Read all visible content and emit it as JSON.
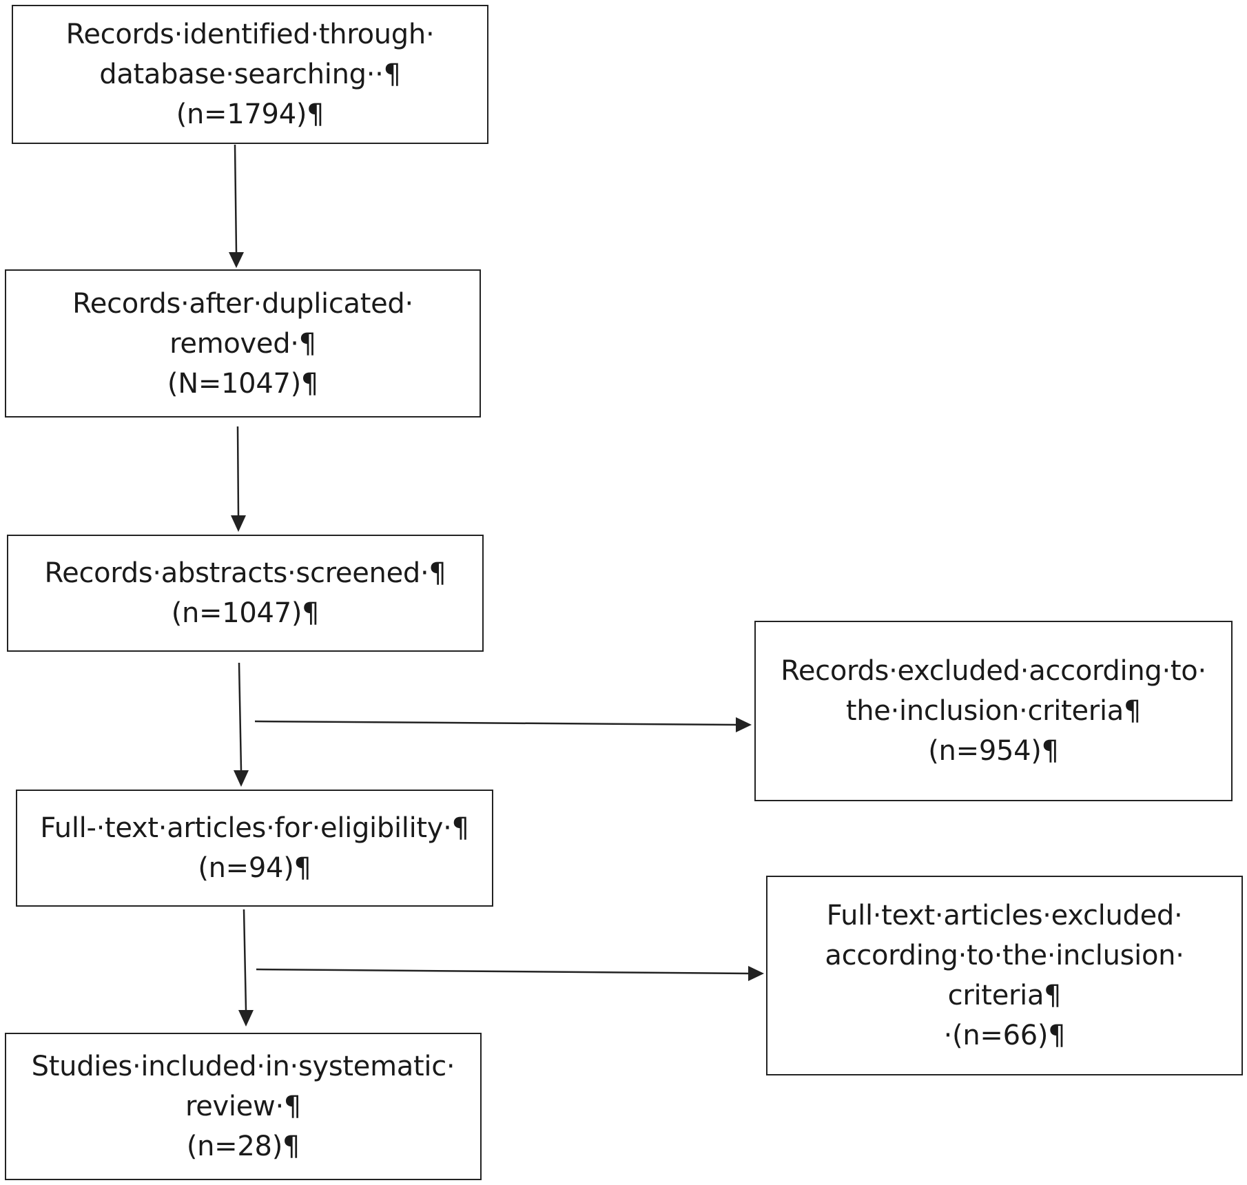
{
  "diagram": {
    "boxes": [
      {
        "id": "identified",
        "lines": [
          "Records·identified·through·",
          "database·searching··¶",
          "(n=1794)¶"
        ]
      },
      {
        "id": "duplicates",
        "lines": [
          "Records·after·duplicated·",
          "removed·¶",
          "(N=1047)¶"
        ]
      },
      {
        "id": "screened",
        "lines": [
          "Records·abstracts·screened·¶",
          "(n=1047)¶"
        ]
      },
      {
        "id": "fulltext",
        "lines": [
          "Full-·text·articles·for·eligibility·¶",
          "(n=94)¶"
        ]
      },
      {
        "id": "included",
        "lines": [
          "Studies·included·in·systematic·",
          "review·¶",
          "(n=28)¶"
        ]
      },
      {
        "id": "excluded_criteria",
        "lines": [
          "Records·excluded·according·to·",
          "the·inclusion·criteria¶",
          "(n=954)¶"
        ]
      },
      {
        "id": "excluded_fulltext",
        "lines": [
          "Full·text·articles·excluded·",
          "according·to·the·inclusion·",
          "criteria¶",
          "·(n=66)¶"
        ]
      }
    ],
    "arrows": [
      {
        "from": "identified",
        "to": "duplicates",
        "direction": "down"
      },
      {
        "from": "duplicates",
        "to": "screened",
        "direction": "down"
      },
      {
        "from": "screened",
        "to": "fulltext",
        "direction": "down"
      },
      {
        "from": "screened",
        "to": "excluded_criteria",
        "direction": "right"
      },
      {
        "from": "fulltext",
        "to": "included",
        "direction": "down"
      },
      {
        "from": "fulltext",
        "to": "excluded_fulltext",
        "direction": "right"
      }
    ],
    "line_color": "#222222"
  }
}
